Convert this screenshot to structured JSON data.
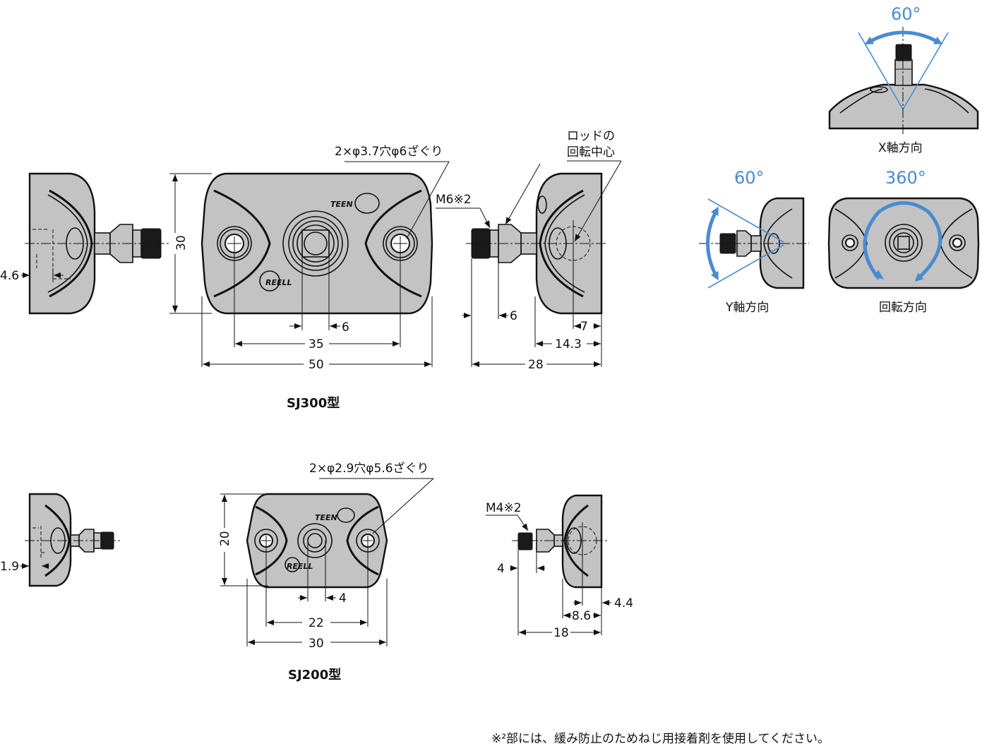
{
  "sj300": {
    "model_label": "SJ300型",
    "hole_note": "2×φ3.7穴φ6ざぐり",
    "thread_note": "M6※2",
    "rotation_center_line1": "ロッドの",
    "rotation_center_line2": "回転中心",
    "dims": {
      "left_offset": "4.6",
      "height": "30",
      "center_bore": "6",
      "hole_pitch": "35",
      "width": "50",
      "rod_len": "6",
      "center_offset": "7",
      "body_depth": "14.3",
      "overall_len": "28"
    },
    "logos": {
      "top": "TEEN",
      "bottom": "REELL"
    }
  },
  "sj200": {
    "model_label": "SJ200型",
    "hole_note": "2×φ2.9穴φ5.6ざぐり",
    "thread_note": "M4※2",
    "dims": {
      "left_offset": "1.9",
      "height": "20",
      "center_bore": "4",
      "hole_pitch": "22",
      "width": "30",
      "rod_len": "4",
      "center_offset": "4.4",
      "body_depth": "8.6",
      "overall_len": "18"
    },
    "logos": {
      "top": "TEEN",
      "bottom": "REELL"
    }
  },
  "motion": {
    "x_axis": {
      "angle": "60°",
      "label": "X軸方向"
    },
    "y_axis": {
      "angle": "60°",
      "label": "Y軸方向"
    },
    "rotation": {
      "angle": "360°",
      "label": "回転方向"
    },
    "accent_color": "#4a8bd0"
  },
  "footnote": "※²部には、緩み防止のためねじ用接着剤を使用してください。"
}
